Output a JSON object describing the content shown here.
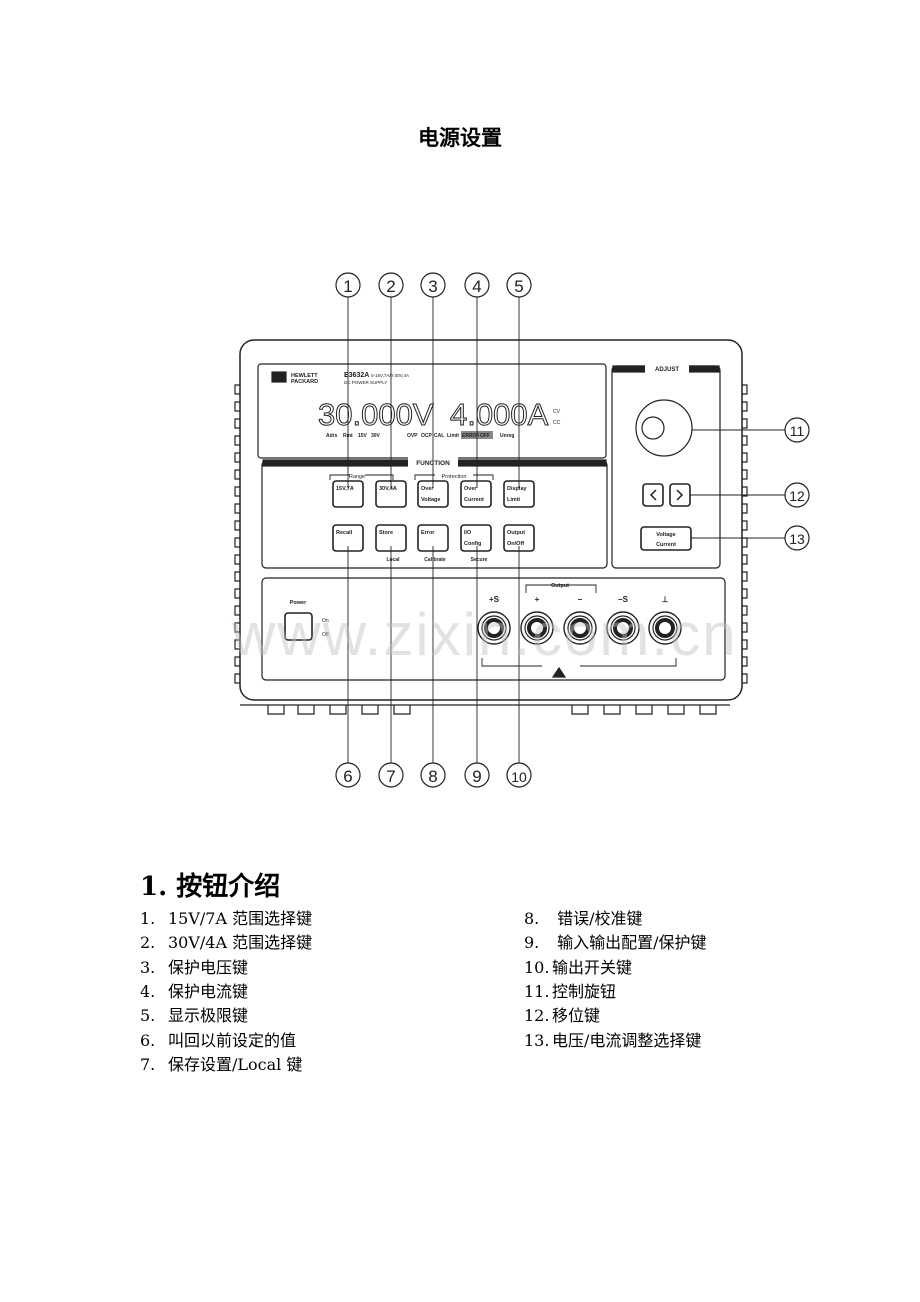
{
  "title": "电源设置",
  "diagram": {
    "brand_line1": "HEWLETT",
    "brand_line2": "PACKARD",
    "model": "E3632A",
    "model_range": "0-15V,7A/0-30V,4A",
    "model_desc": "DC POWER SUPPLY",
    "voltage_readout": "30.000V",
    "current_readout": "4.000A",
    "cv": "CV",
    "cc": "CC",
    "annunciators": [
      "Adrs",
      "Rmt",
      "15V",
      "30V",
      "OVP",
      "OCP",
      "CAL",
      "Limit",
      "ERROR",
      "OFF",
      "Unreg"
    ],
    "function_label": "FUNCTION",
    "adjust_label": "ADJUST",
    "range_label": "Range",
    "protection_label": "Protection",
    "buttons_row1": [
      [
        "15V,7A",
        ""
      ],
      [
        "30V,4A",
        ""
      ],
      [
        "Over",
        "Voltage"
      ],
      [
        "Over",
        "Current"
      ],
      [
        "Display",
        "Limit"
      ]
    ],
    "buttons_row2": [
      [
        "Recall",
        ""
      ],
      [
        "Store",
        ""
      ],
      [
        "Error",
        ""
      ],
      [
        "I/O",
        "Config"
      ],
      [
        "Output",
        "On/Off"
      ]
    ],
    "shift_labels": [
      "Local",
      "Calibrate",
      "Secure"
    ],
    "voltage_current": [
      "Voltage",
      "Current"
    ],
    "power_label": "Power",
    "on_label": "On",
    "off_label": "Off",
    "output_label": "Output",
    "terminals": [
      "+S",
      "+",
      "−",
      "−S",
      "⊥"
    ],
    "callouts_top": [
      "1",
      "2",
      "3",
      "4",
      "5"
    ],
    "callouts_bottom": [
      "6",
      "7",
      "8",
      "9",
      "10"
    ],
    "callouts_right": [
      "11",
      "12",
      "13"
    ],
    "watermark": "www.zixin.com.cn"
  },
  "section_heading": "1. 按钮介绍",
  "list_left": [
    {
      "n": "1.",
      "t": "15V/7A  范围选择键"
    },
    {
      "n": "2.",
      "t": "30V/4A  范围选择键"
    },
    {
      "n": "3.",
      "t": "保护电压键"
    },
    {
      "n": "4.",
      "t": "保护电流键"
    },
    {
      "n": "5.",
      "t": "显示极限键"
    },
    {
      "n": "6.",
      "t": "叫回以前设定的值"
    },
    {
      "n": "7.",
      "t": "保存设置/Local 键"
    }
  ],
  "list_right": [
    {
      "n": "8.",
      "t": " 错误/校准键"
    },
    {
      "n": "9.",
      "t": " 输入输出配置/保护键"
    },
    {
      "n": "10.",
      "t": "输出开关键"
    },
    {
      "n": "11.",
      "t": "控制旋钮"
    },
    {
      "n": "12.",
      "t": "移位键"
    },
    {
      "n": "13.",
      "t": "电压/电流调整选择键"
    }
  ]
}
